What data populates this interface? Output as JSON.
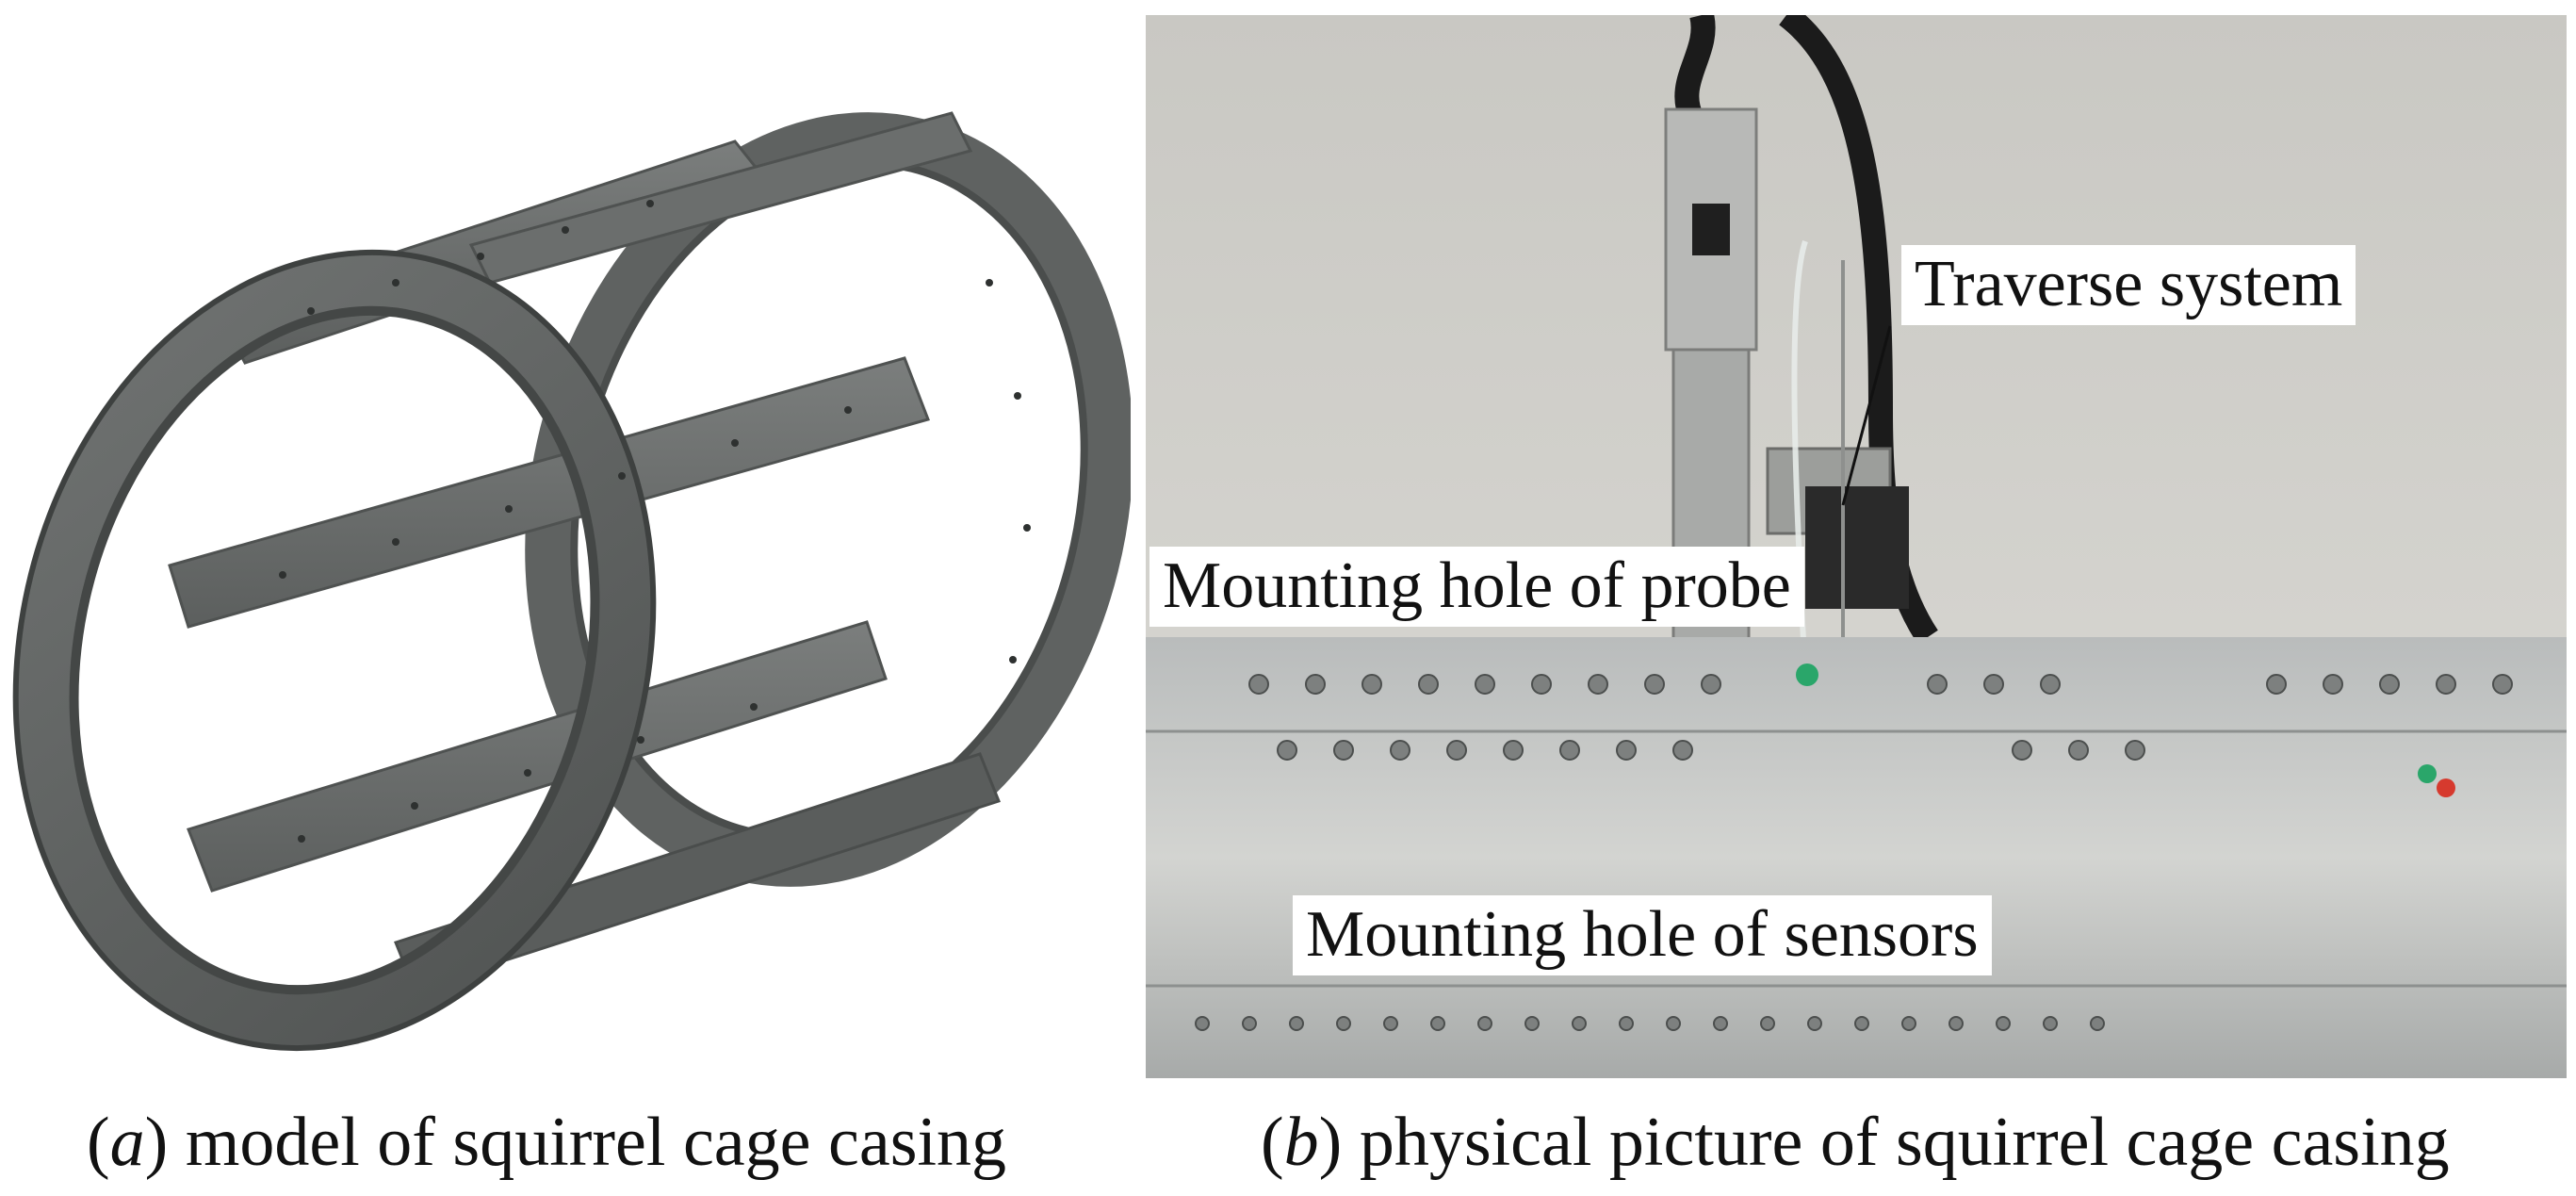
{
  "figure": {
    "panel_a": {
      "caption_letter": "a",
      "caption_text": "model of squirrel cage casing"
    },
    "panel_b": {
      "caption_letter": "b",
      "caption_text": "physical picture of squirrel cage casing",
      "annotations": {
        "traverse": "Traverse system",
        "probe_hole": "Mounting hole of probe",
        "sensor_hole": "Mounting hole of sensors"
      }
    }
  }
}
